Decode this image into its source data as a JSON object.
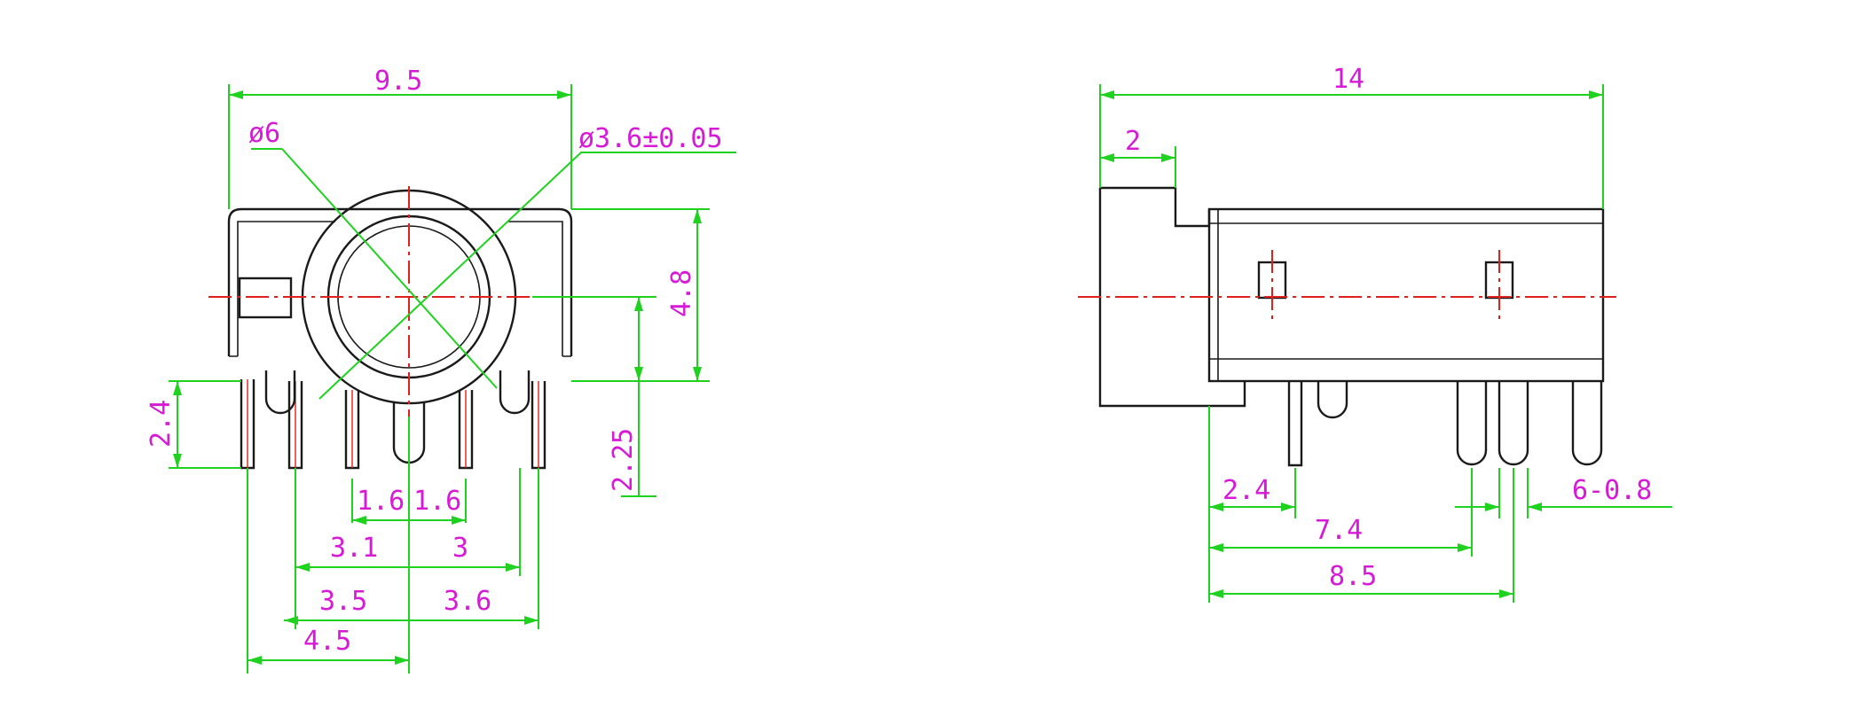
{
  "front_view": {
    "width_label": "9.5",
    "outer_diameter_label": "ø6",
    "inner_diameter_label": "ø3.6±0.05",
    "height_label": "4.8",
    "pin_length_label": "2.4",
    "center_offset_label": "2.25",
    "pitch_left_1_label": "1.6",
    "pitch_right_1_label": "1.6",
    "pitch_left_2_label": "3.1",
    "pitch_right_2_label": "3",
    "pitch_left_3_label": "3.5",
    "pitch_right_3_label": "3.6",
    "pitch_left_4_label": "4.5"
  },
  "side_view": {
    "length_label": "14",
    "flange_label": "2",
    "pin_offset_1_label": "2.4",
    "pin_offset_2_label": "7.4",
    "pin_offset_3_label": "8.5",
    "pin_size_label": "6-0.8"
  },
  "colors": {
    "outline": "#1a1a1a",
    "dimension_line": "#1fd21f",
    "dimension_text": "#d61ad6",
    "center_line": "#e0201a"
  }
}
